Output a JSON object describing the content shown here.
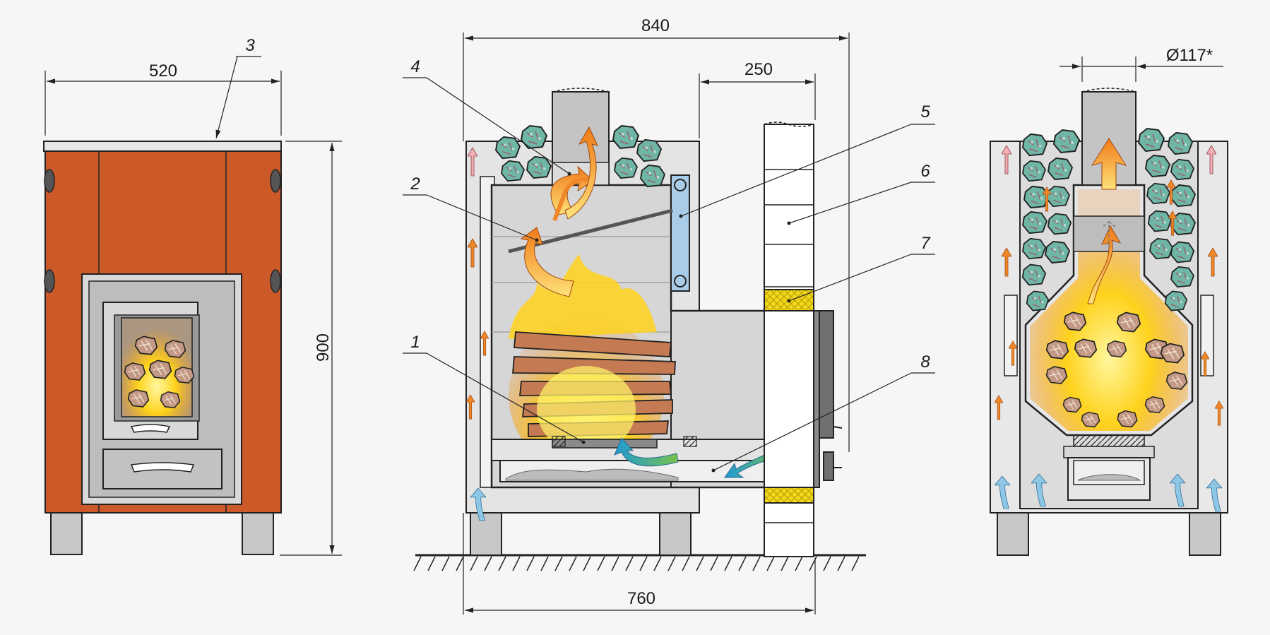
{
  "colors": {
    "background": "#f6f6f6",
    "stove_casing": "#cc5a28",
    "metal_light": "#d8d8d8",
    "metal_mid": "#bdbdbd",
    "outline": "#222222",
    "stone": "#6fb6a6",
    "insulation": "#f0d81a",
    "water_tank": "#a9cde8",
    "fire_yellow": "#ffd21c",
    "fire_orange": "#f08a1e",
    "air_cold": "#8ec6e6",
    "air_hot": "#f0882a"
  },
  "front_view": {
    "width_dim": "520",
    "height_dim": "900",
    "callout_3": "3"
  },
  "section_view": {
    "overall_length_dim": "840",
    "tunnel_dim": "250",
    "base_length_dim": "760",
    "callouts": {
      "c1": "1",
      "c2": "2",
      "c4": "4",
      "c5": "5",
      "c6": "6",
      "c7": "7",
      "c8": "8"
    }
  },
  "side_view": {
    "chimney_dim": "Ø117*"
  },
  "icons": {
    "stones": "stone-icon",
    "hot_air": "hot-air-arrow-icon",
    "cold_air": "cold-air-arrow-icon",
    "fire": "flame-icon"
  }
}
